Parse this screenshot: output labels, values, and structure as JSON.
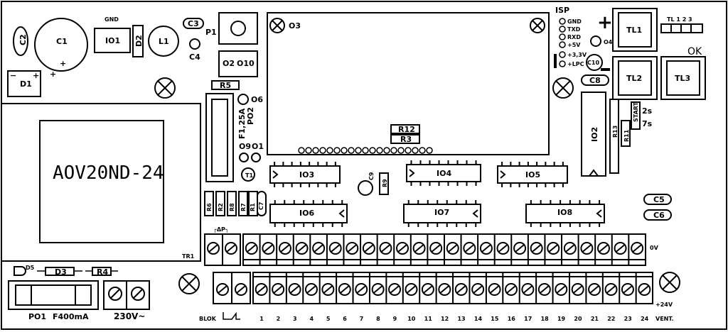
{
  "transformer": {
    "label": "AOV20ND-24",
    "designator": "TR1"
  },
  "top_left": {
    "c1": "C1",
    "c2": "C2",
    "io1": "IO1",
    "d2": "D2",
    "l1": "L1",
    "c3": "C3",
    "c4": "C4",
    "gnd": "GND",
    "d1": "D1",
    "p1": "P1",
    "o2": "O2",
    "o10": "O10"
  },
  "fuse_area": {
    "r5": "R5",
    "o6": "O6",
    "f1": "F1,25A",
    "po2": "PO2",
    "o9": "O9",
    "o1": "O1",
    "t1": "T1"
  },
  "module": {
    "o3": "O3",
    "r12": "R12",
    "r3": "R3"
  },
  "isp": {
    "title": "ISP",
    "pins": [
      "GND",
      "TXD",
      "RXD",
      "+5V",
      "+3,3V",
      "+LPC"
    ],
    "o4": "O4",
    "c10": "C10",
    "c8": "C8"
  },
  "buttons": {
    "tl1": "TL1",
    "tl2": "TL2",
    "tl3": "TL3",
    "ok": "OK",
    "plus": "+",
    "minus": "—"
  },
  "dip": {
    "title": "TL 1 2 3"
  },
  "right_ic": {
    "io2": "IO2",
    "r13": "R13",
    "r11": "R11",
    "start": "START",
    "s2": "2s",
    "s7": "7s"
  },
  "ics": {
    "io3": "IO3",
    "io4": "IO4",
    "io5": "IO5",
    "io6": "IO6",
    "io7": "IO7",
    "io8": "IO8",
    "c9": "C9",
    "r9": "R9"
  },
  "caps_right": {
    "c5": "C5",
    "c6": "C6"
  },
  "resistor_bank": [
    "R6",
    "R2",
    "R8",
    "R7",
    "R1",
    "C7"
  ],
  "bottom_left": {
    "d5": "D5",
    "d3": "D3",
    "r4": "R4",
    "po1": "PO1",
    "fuse": "F400mA",
    "v230": "230V~",
    "dp": "┌ΔP┐"
  },
  "terminals": {
    "numbers": [
      "1",
      "2",
      "3",
      "4",
      "5",
      "6",
      "7",
      "8",
      "9",
      "10",
      "11",
      "12",
      "13",
      "14",
      "15",
      "16",
      "17",
      "18",
      "19",
      "20",
      "21",
      "22",
      "23",
      "24"
    ],
    "blok": "BLOK",
    "ov": "0V",
    "v24": "+24V",
    "vent": "VENT."
  }
}
